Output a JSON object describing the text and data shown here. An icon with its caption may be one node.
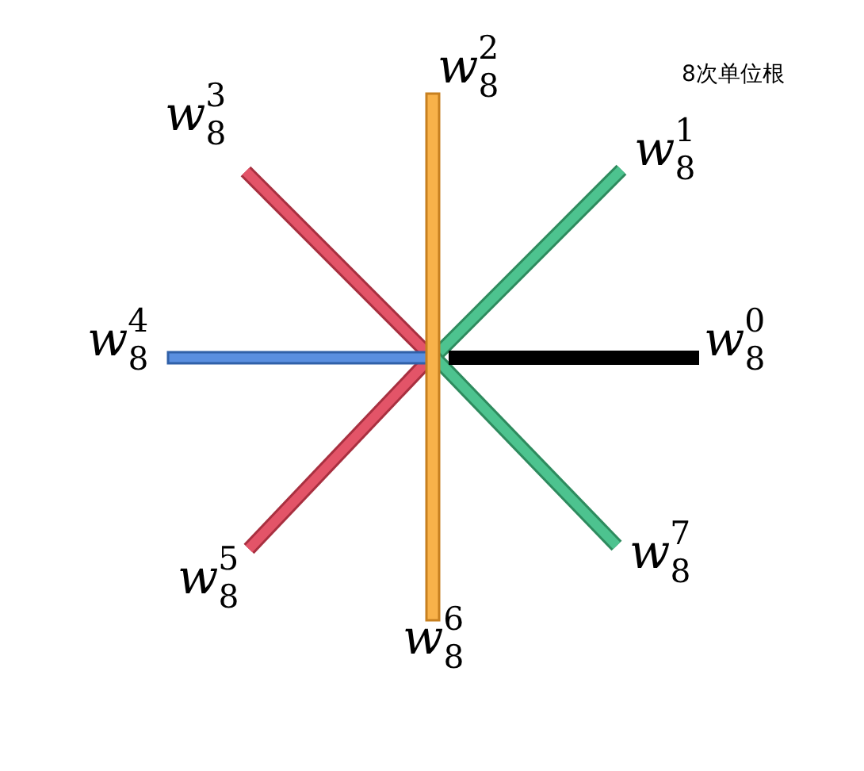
{
  "diagram": {
    "labels": [
      "w$_{8}$$^{2}$",
      "8次单位根",
      "w$_{8}$$^{3}$",
      "w$_{8}$$^{1}$",
      "w$_{8}$$^{4}$",
      "w$_{8}$$^{0}$",
      "w$_{8}$$^{7}$",
      "w$_{8}$$^{5}$",
      "w$_{8}$$^{6}$"
    ]
  }
}
